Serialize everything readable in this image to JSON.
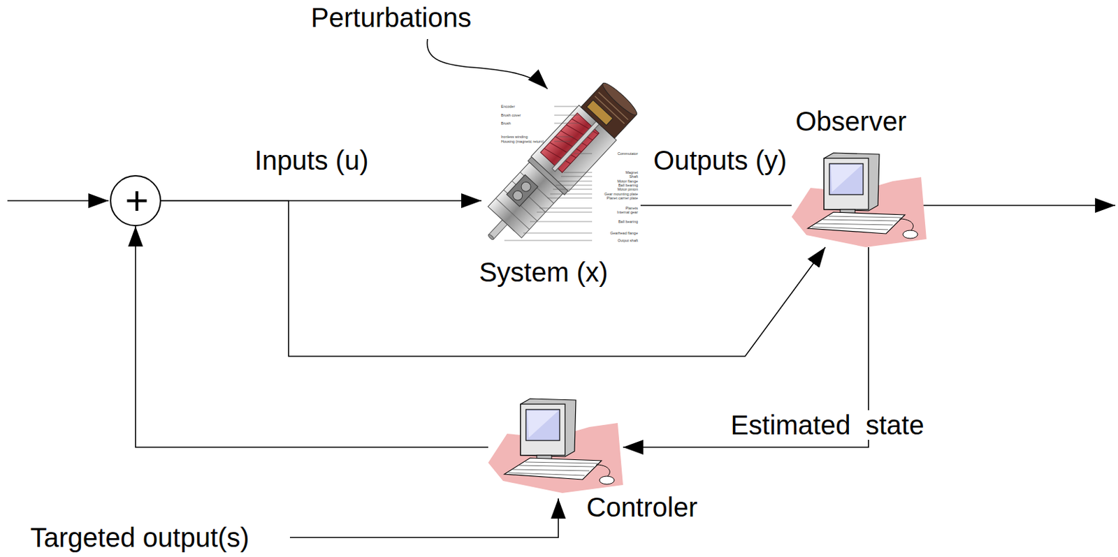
{
  "diagram": {
    "nodes": [
      {
        "text": [
          "+"
        ]
      },
      {
        "text": [
          "System (x)"
        ]
      },
      {
        "text": [
          "Observer"
        ]
      },
      {
        "text": [
          "Controler"
        ]
      }
    ],
    "edges": [
      {
        "from": 0,
        "to": 1,
        "arrow": "to",
        "label": "Inputs (u)"
      },
      {
        "from": 1,
        "to": 2,
        "arrow": "none",
        "label": "Outputs (y)"
      },
      {
        "from": 0,
        "to": 2,
        "arrow": "to"
      },
      {
        "from": 2,
        "to": 3,
        "arrow": "to",
        "label": "Estimated  state"
      },
      {
        "from": 3,
        "to": 0,
        "arrow": "to"
      }
    ],
    "labels": [
      "Perturbations",
      "Targeted output(s)",
      "Encoder",
      "Brush cover",
      "Brush",
      "Ironless winding",
      "Housing (magnetic return)",
      "Commutator",
      "Magnet",
      "Shaft",
      "Motor flange",
      "Ball bearing",
      "Motor pinion",
      "Gear mounting plate",
      "Planet carrier plate",
      "Planets",
      "Internal gear",
      "Ball bearing",
      "Gearhead flange",
      "Output shaft"
    ]
  }
}
